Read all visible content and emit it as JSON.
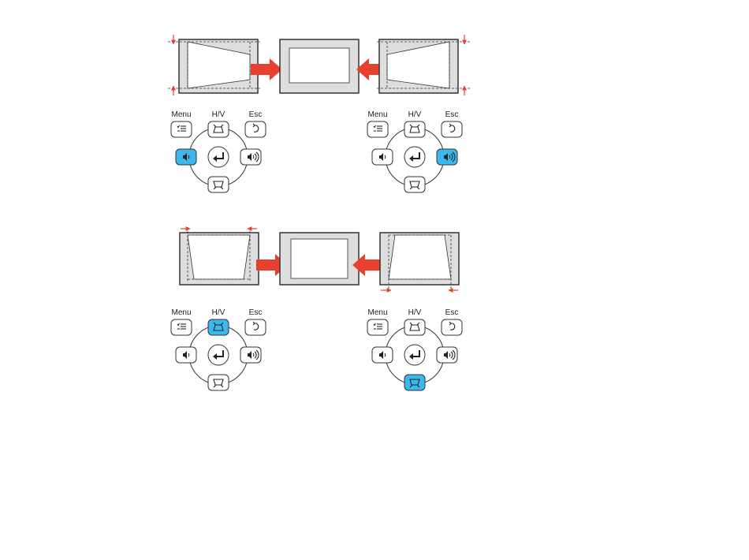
{
  "colors": {
    "arrow": "#e8402f",
    "highlight": "#3db8ee",
    "frame": "#dedede",
    "stroke": "#333333"
  },
  "remotes": [
    {
      "menu_label": "Menu",
      "hv_label": "H/V",
      "esc_label": "Esc",
      "highlighted": "left"
    },
    {
      "menu_label": "Menu",
      "hv_label": "H/V",
      "esc_label": "Esc",
      "highlighted": "right"
    },
    {
      "menu_label": "Menu",
      "hv_label": "H/V",
      "esc_label": "Esc",
      "highlighted": "up"
    },
    {
      "menu_label": "Menu",
      "hv_label": "H/V",
      "esc_label": "Esc",
      "highlighted": "down"
    }
  ],
  "icons": {
    "menu": "menu-list-icon",
    "esc": "return-arrow-icon",
    "up": "keystone-up-icon",
    "down": "keystone-down-icon",
    "left": "volume-down-icon",
    "right": "volume-up-icon",
    "enter": "enter-icon"
  }
}
